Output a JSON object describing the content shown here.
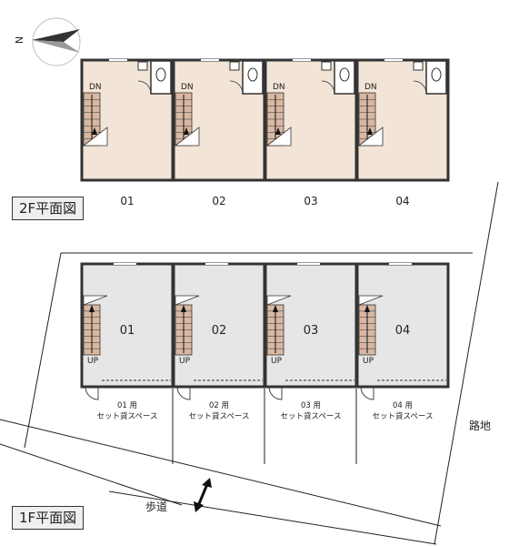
{
  "compass": {
    "label": "N"
  },
  "floor2": {
    "title": "2F平面図",
    "units": [
      "01",
      "02",
      "03",
      "04"
    ],
    "stair_label": "DN"
  },
  "floor1": {
    "title": "1F平面図",
    "units": [
      "01",
      "02",
      "03",
      "04"
    ],
    "stair_label": "UP",
    "parking": [
      {
        "line1": "01 用",
        "line2": "セット貸スペース"
      },
      {
        "line1": "02 用",
        "line2": "セット貸スペース"
      },
      {
        "line1": "03 用",
        "line2": "セット貸スペース"
      },
      {
        "line1": "04 用",
        "line2": "セット貸スペース"
      }
    ]
  },
  "site": {
    "road_right": "路地",
    "sidewalk": "歩道"
  },
  "colors": {
    "floor2_fill": "#f2e4d6",
    "floor1_fill": "#e6e6e6",
    "stair_fill": "#d8b8a2",
    "wall": "#333333"
  }
}
